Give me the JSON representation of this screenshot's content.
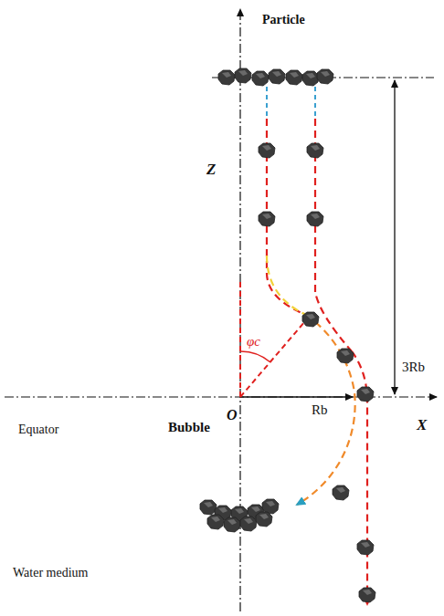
{
  "diagram": {
    "nodes": [
      {
        "text": [
          "Bubble"
        ]
      }
    ],
    "labels": [
      "Particle",
      "Z",
      "φc",
      "3Rb",
      "O",
      "Rb",
      "X",
      "Equator",
      "Water medium"
    ]
  }
}
